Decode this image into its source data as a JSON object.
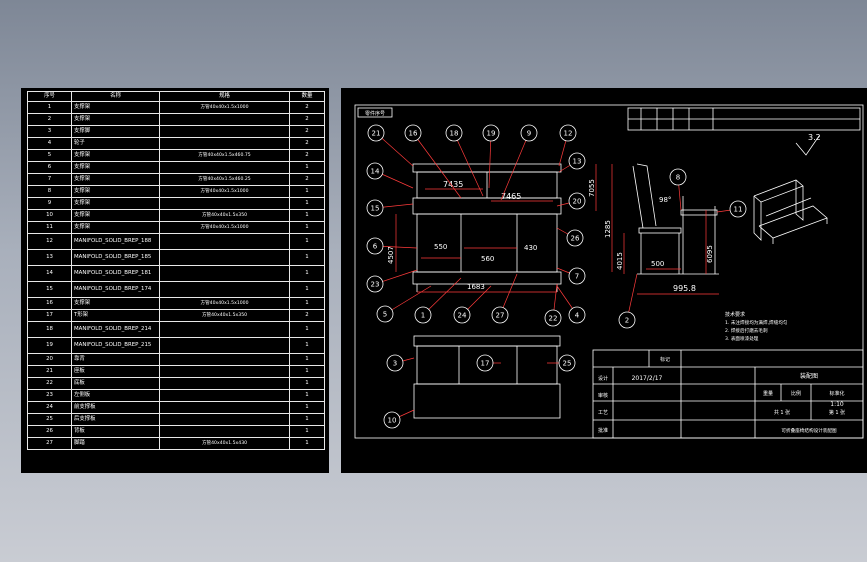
{
  "bom": {
    "headers": [
      "序号",
      "名称",
      "规格",
      "数量"
    ],
    "rows": [
      {
        "no": "1",
        "name": "支撑架",
        "spec": "方管40x40x1.5x1000",
        "qty": "2"
      },
      {
        "no": "2",
        "name": "支撑架",
        "spec": "",
        "qty": "2"
      },
      {
        "no": "3",
        "name": "支撑脚",
        "spec": "",
        "qty": "2"
      },
      {
        "no": "4",
        "name": "轮子",
        "spec": "",
        "qty": "2"
      },
      {
        "no": "5",
        "name": "支撑架",
        "spec": "方管40x40x1.5x460.75",
        "qty": "2"
      },
      {
        "no": "6",
        "name": "支撑架",
        "spec": "",
        "qty": "1"
      },
      {
        "no": "7",
        "name": "支撑架",
        "spec": "方管40x40x1.5x460.25",
        "qty": "2"
      },
      {
        "no": "8",
        "name": "支撑架",
        "spec": "方管40x40x1.5x1000",
        "qty": "1"
      },
      {
        "no": "9",
        "name": "支撑架",
        "spec": "",
        "qty": "1"
      },
      {
        "no": "10",
        "name": "支撑架",
        "spec": "方管40x40x1.5x350",
        "qty": "1"
      },
      {
        "no": "11",
        "name": "支撑架",
        "spec": "方管40x40x1.5x1000",
        "qty": "1"
      },
      {
        "no": "12",
        "name": "MANIFOLD_SOLID_BREP_188",
        "spec": "",
        "qty": "1"
      },
      {
        "no": "13",
        "name": "MANIFOLD_SOLID_BREP_185",
        "spec": "",
        "qty": "1"
      },
      {
        "no": "14",
        "name": "MANIFOLD_SOLID_BREP_181",
        "spec": "",
        "qty": "1"
      },
      {
        "no": "15",
        "name": "MANIFOLD_SOLID_BREP_174",
        "spec": "",
        "qty": "1"
      },
      {
        "no": "16",
        "name": "支撑架",
        "spec": "方管40x40x1.5x1000",
        "qty": "1"
      },
      {
        "no": "17",
        "name": "T形架",
        "spec": "方管40x40x1.5x350",
        "qty": "2"
      },
      {
        "no": "18",
        "name": "MANIFOLD_SOLID_BREP_214",
        "spec": "",
        "qty": "1"
      },
      {
        "no": "19",
        "name": "MANIFOLD_SOLID_BREP_215",
        "spec": "",
        "qty": "1"
      },
      {
        "no": "20",
        "name": "靠背",
        "spec": "",
        "qty": "1"
      },
      {
        "no": "21",
        "name": "座板",
        "spec": "",
        "qty": "1"
      },
      {
        "no": "22",
        "name": "底板",
        "spec": "",
        "qty": "1"
      },
      {
        "no": "23",
        "name": "左侧板",
        "spec": "",
        "qty": "1"
      },
      {
        "no": "24",
        "name": "前支撑板",
        "spec": "",
        "qty": "1"
      },
      {
        "no": "25",
        "name": "后支撑板",
        "spec": "",
        "qty": "1"
      },
      {
        "no": "26",
        "name": "背板",
        "spec": "",
        "qty": "1"
      },
      {
        "no": "27",
        "name": "脚踏",
        "spec": "方管40x40x1.5x430",
        "qty": "1"
      }
    ]
  },
  "drawing": {
    "header_label": "零件序号",
    "roughness": "3.2",
    "dimensions": {
      "d7435": "7435",
      "d7465": "7465",
      "d550": "550",
      "d430": "430",
      "d560": "560",
      "d1683": "1683",
      "d4507": "4507",
      "d7055": "7055",
      "d1285": "1285",
      "d4015": "4015",
      "d500": "500",
      "d6095": "6095",
      "d9958": "995.8",
      "angle": "98°"
    },
    "balloons": [
      "21",
      "16",
      "18",
      "19",
      "9",
      "12",
      "14",
      "13",
      "15",
      "20",
      "6",
      "26",
      "23",
      "7",
      "5",
      "1",
      "24",
      "27",
      "22",
      "4",
      "8",
      "11",
      "2",
      "3",
      "17",
      "25",
      "10"
    ],
    "notes": [
      "技术要求",
      "1. 未注焊接均为满焊,焊缝均匀",
      "2. 焊接后打磨去毛刺",
      "3. 表面喷漆处理"
    ],
    "title_block": {
      "date": "2017/2/17",
      "scale": "1:10",
      "sheet_a": "共 1 张",
      "sheet_b": "第 1 张",
      "drawing_name": "装配图",
      "label_design": "设计",
      "label_check": "审核",
      "label_process": "工艺",
      "label_approve": "批准",
      "label_mark": "标记",
      "label_weight": "重量",
      "label_ratio": "比例",
      "label_standard": "标准化",
      "company": "可折叠座椅结构设计装配图"
    }
  }
}
